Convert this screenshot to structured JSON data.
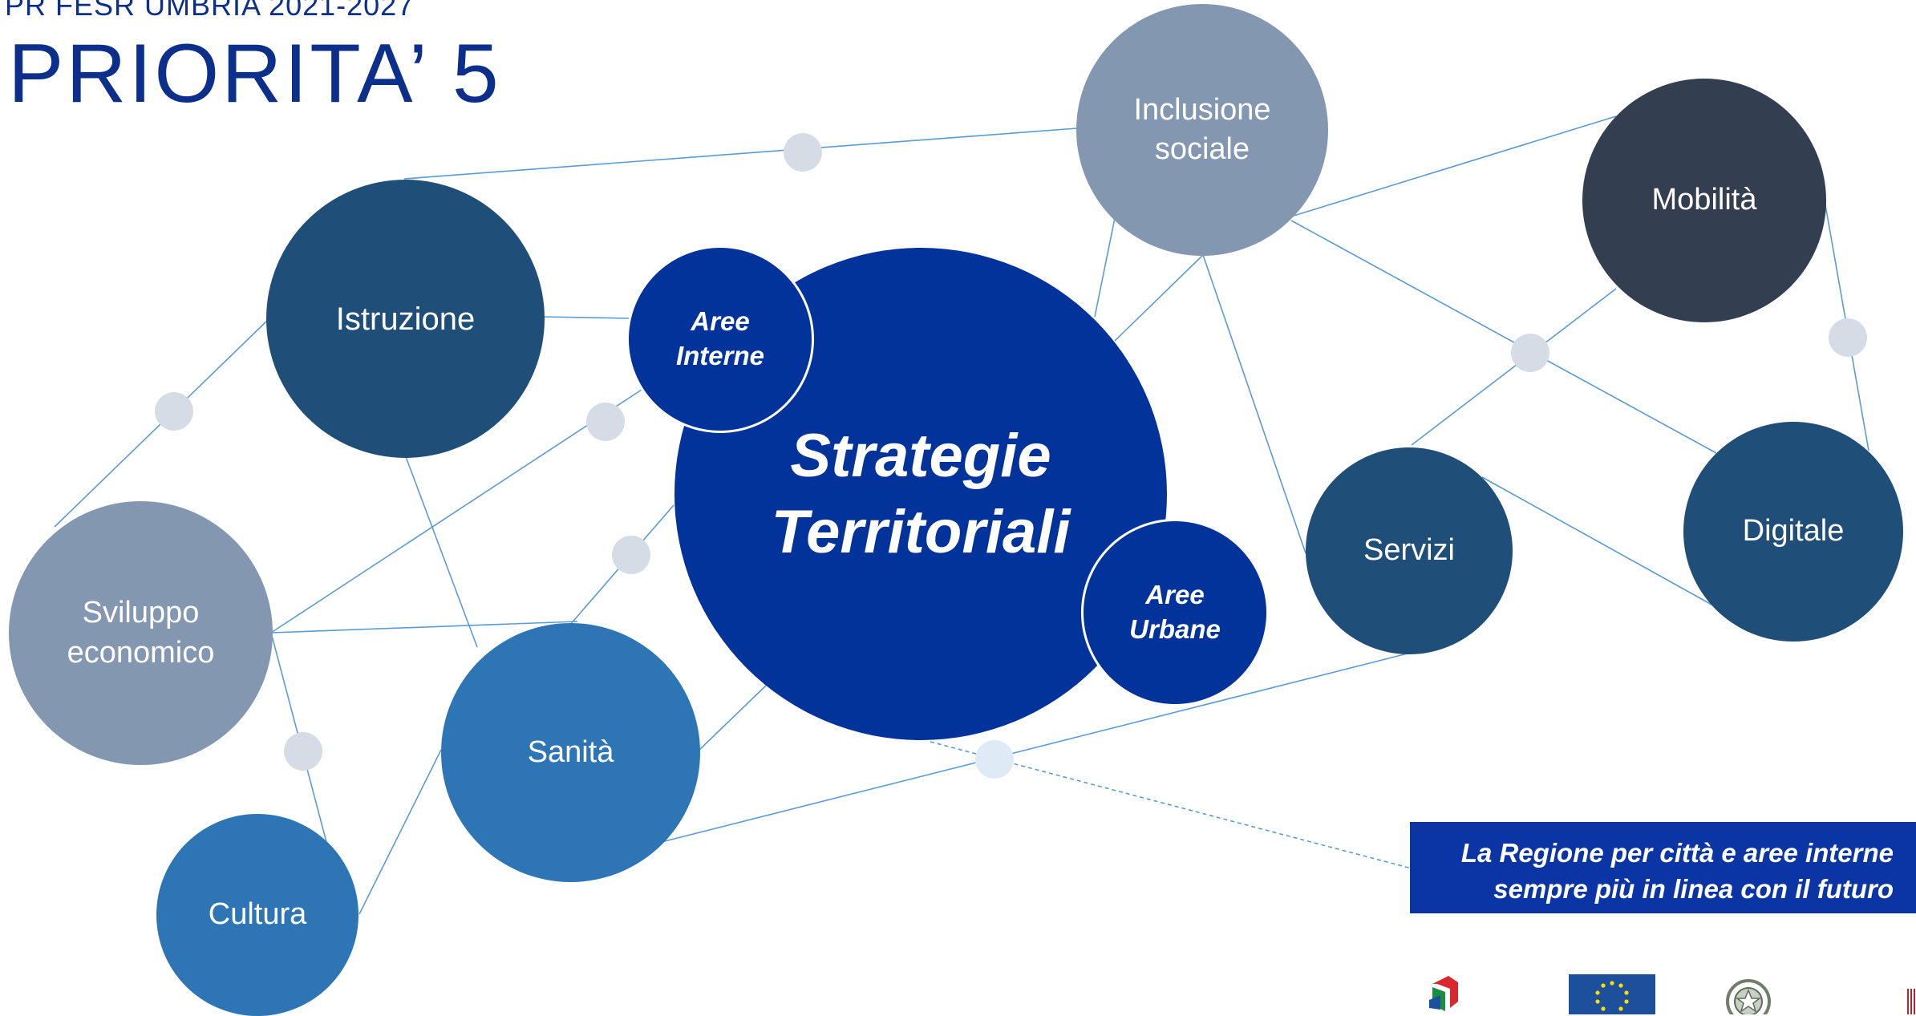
{
  "header": {
    "program": "PR FESR UMBRIA 2021-2027",
    "priority": "PRIORITA’ 5"
  },
  "nodes": {
    "center": {
      "line1": "Strategie",
      "line2": "Territoriali"
    },
    "aree_interne": {
      "line1": "Aree",
      "line2": "Interne"
    },
    "aree_urbane": {
      "line1": "Aree",
      "line2": "Urbane"
    },
    "istruzione": "Istruzione",
    "inclusione_sociale": {
      "line1": "Inclusione",
      "line2": "sociale"
    },
    "mobilita": "Mobilità",
    "sviluppo_economico": {
      "line1": "Sviluppo",
      "line2": "economico"
    },
    "sanita": "Sanità",
    "cultura": "Cultura",
    "servizi": "Servizi",
    "digitale": "Digitale"
  },
  "tagline": {
    "line1": "La Regione per città e aree interne",
    "line2": "sempre più in linea con il futuro"
  },
  "colors": {
    "title": "#0d2f8c",
    "center": "#02339b",
    "dark_teal": "#1f4e79",
    "grey_blue": "#8497b0",
    "slate": "#333f50",
    "mid_blue": "#2e75b6",
    "connector": "#5b9bd5",
    "junction": "#d6dce5",
    "tagline_bg": "#0b35a4"
  },
  "logos": [
    "italy-logo-icon",
    "eu-flag-icon",
    "republic-emblem-icon"
  ]
}
